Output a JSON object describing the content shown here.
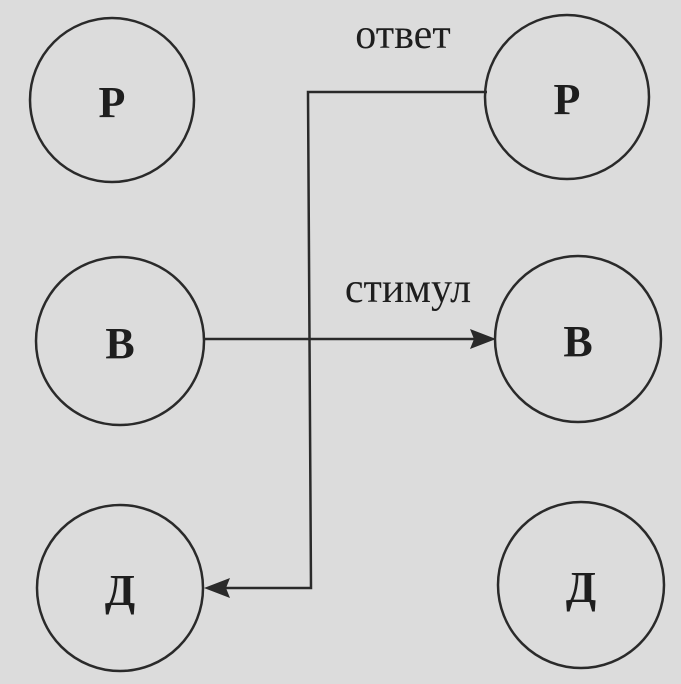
{
  "colors": {
    "background": "#dcdcdc",
    "ink": "#2a2a2a"
  },
  "nodes": {
    "left_top": "Р",
    "left_middle": "В",
    "left_bottom": "Д",
    "right_top": "Р",
    "right_middle": "В",
    "right_bottom": "Д"
  },
  "edges": {
    "response_label": "ответ",
    "stimulus_label": "стимул"
  }
}
